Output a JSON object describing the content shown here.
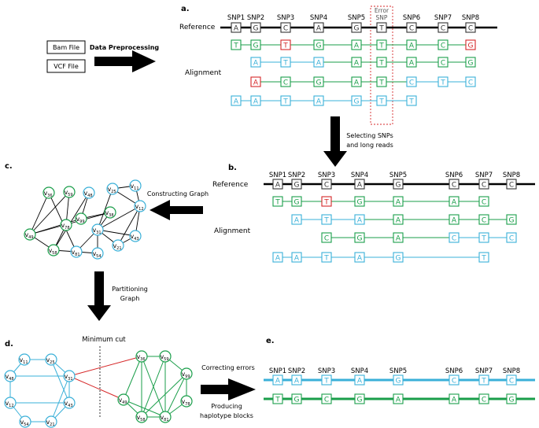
{
  "colors": {
    "green": "#1a9e4a",
    "blue": "#3ab0d8",
    "red": "#d62728",
    "black": "#000000"
  },
  "panels": {
    "a": {
      "label": "a.",
      "files": [
        "Bam File",
        "VCF File"
      ],
      "preprocess": "Data Preprocessing",
      "reference_label": "Reference",
      "alignment_label": "Alignment",
      "snps": [
        "SNP1",
        "SNP2",
        "SNP3",
        "SNP4",
        "SNP5",
        "SNP6",
        "SNP7",
        "SNP8"
      ],
      "error_snp": "Error SNP",
      "reference": [
        "A",
        "G",
        "C",
        "A",
        "G",
        "T",
        "C",
        "C",
        "C"
      ],
      "reads": [
        [
          [
            "T",
            "green"
          ],
          [
            "G",
            "green"
          ],
          [
            "T",
            "red"
          ],
          [
            "G",
            "green"
          ],
          [
            "A",
            "green"
          ],
          [
            "T",
            "green"
          ],
          [
            "A",
            "green"
          ],
          [
            "C",
            "green"
          ],
          [
            "G",
            "red"
          ]
        ],
        [
          null,
          [
            "A",
            "blue"
          ],
          [
            "T",
            "blue"
          ],
          [
            "A",
            "blue"
          ],
          [
            "A",
            "green"
          ],
          [
            "T",
            "green"
          ],
          [
            "A",
            "green"
          ],
          [
            "C",
            "green"
          ],
          [
            "G",
            "green"
          ]
        ],
        [
          null,
          [
            "A",
            "red"
          ],
          [
            "C",
            "green"
          ],
          [
            "G",
            "green"
          ],
          [
            "A",
            "green"
          ],
          [
            "T",
            "green"
          ],
          [
            "C",
            "blue"
          ],
          [
            "T",
            "blue"
          ],
          [
            "C",
            "blue"
          ]
        ],
        [
          [
            "A",
            "blue"
          ],
          [
            "A",
            "blue"
          ],
          [
            "T",
            "blue"
          ],
          [
            "A",
            "blue"
          ],
          [
            "G",
            "blue"
          ],
          [
            "T",
            "blue"
          ],
          [
            "T",
            "blue"
          ],
          null,
          null
        ]
      ]
    },
    "arrow_ab": "Selecting SNPs and long reads",
    "b": {
      "label": "b.",
      "reference_label": "Reference",
      "alignment_label": "Alignment",
      "snps": [
        "SNP1",
        "SNP2",
        "SNP3",
        "SNP4",
        "SNP5",
        "SNP6",
        "SNP7",
        "SNP8"
      ],
      "reference": [
        "A",
        "G",
        "C",
        "A",
        "G",
        "C",
        "C",
        "C"
      ],
      "reads": [
        [
          [
            "T",
            "green"
          ],
          [
            "G",
            "green"
          ],
          [
            "T",
            "red"
          ],
          [
            "G",
            "green"
          ],
          [
            "A",
            "green"
          ],
          [
            "A",
            "green"
          ],
          [
            "C",
            "green"
          ],
          null
        ],
        [
          null,
          [
            "A",
            "blue"
          ],
          [
            "T",
            "blue"
          ],
          [
            "A",
            "blue"
          ],
          [
            "A",
            "green"
          ],
          [
            "A",
            "green"
          ],
          [
            "C",
            "green"
          ],
          [
            "G",
            "green"
          ]
        ],
        [
          null,
          null,
          [
            "C",
            "green"
          ],
          [
            "G",
            "green"
          ],
          [
            "A",
            "green"
          ],
          [
            "C",
            "blue"
          ],
          [
            "T",
            "blue"
          ],
          [
            "C",
            "blue"
          ]
        ],
        [
          [
            "A",
            "blue"
          ],
          [
            "A",
            "blue"
          ],
          [
            "T",
            "blue"
          ],
          [
            "A",
            "blue"
          ],
          [
            "G",
            "blue"
          ],
          null,
          [
            "T",
            "blue"
          ],
          null
        ]
      ]
    },
    "arrow_bc": "Constructing Graph",
    "c": {
      "label": "c."
    },
    "arrow_cd": "Partitioning Graph",
    "d": {
      "label": "d.",
      "min_cut": "Minimum cut"
    },
    "arrow_de": "Correcting errors",
    "arrow_de2": "Producing haplotype blocks",
    "e": {
      "label": "e.",
      "snps": [
        "SNP1",
        "SNP2",
        "SNP3",
        "SNP4",
        "SNP5",
        "SNP6",
        "SNP7",
        "SNP8"
      ],
      "hap_blue": [
        "A",
        "A",
        "T",
        "A",
        "G",
        "C",
        "T",
        "C"
      ],
      "hap_green": [
        "T",
        "G",
        "C",
        "G",
        "A",
        "A",
        "C",
        "G"
      ]
    }
  }
}
